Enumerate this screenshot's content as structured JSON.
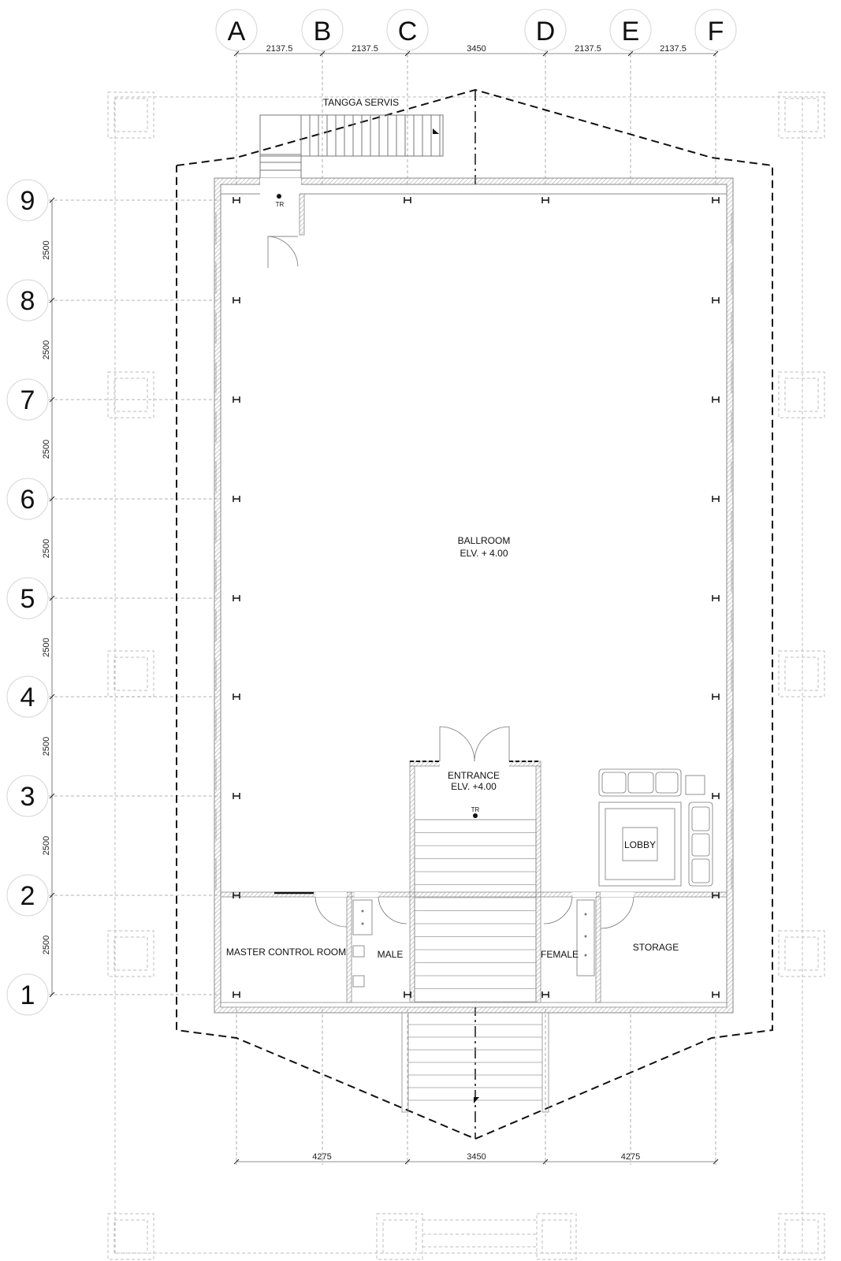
{
  "grid": {
    "columns": [
      "A",
      "B",
      "C",
      "D",
      "E",
      "F"
    ],
    "rows": [
      "9",
      "8",
      "7",
      "6",
      "5",
      "4",
      "3",
      "2",
      "1"
    ]
  },
  "dimensions": {
    "top": [
      "2137.5",
      "2137.5",
      "3450",
      "2137.5",
      "2137.5"
    ],
    "bottom": [
      "4275",
      "3450",
      "4275"
    ],
    "left": [
      "2500",
      "2500",
      "2500",
      "2500",
      "2500",
      "2500",
      "2500",
      "2500"
    ]
  },
  "labels": {
    "tangga_servis": "TANGGA SERVIS",
    "tr_top": "TR",
    "ballroom": "BALLROOM",
    "ballroom_elv": "ELV. + 4.00",
    "entrance": "ENTRANCE",
    "entrance_elv": "ELV. +4.00",
    "tr_entrance": "TR",
    "lobby": "LOBBY",
    "master_control_room": "MASTER CONTROL ROOM",
    "male": "MALE",
    "female": "FEMALE",
    "storage": "STORAGE"
  },
  "colors": {
    "line": "#222222",
    "wall": "#8a8a8a",
    "hatch": "#b5b5b5",
    "grid": "#9a9a9a"
  }
}
